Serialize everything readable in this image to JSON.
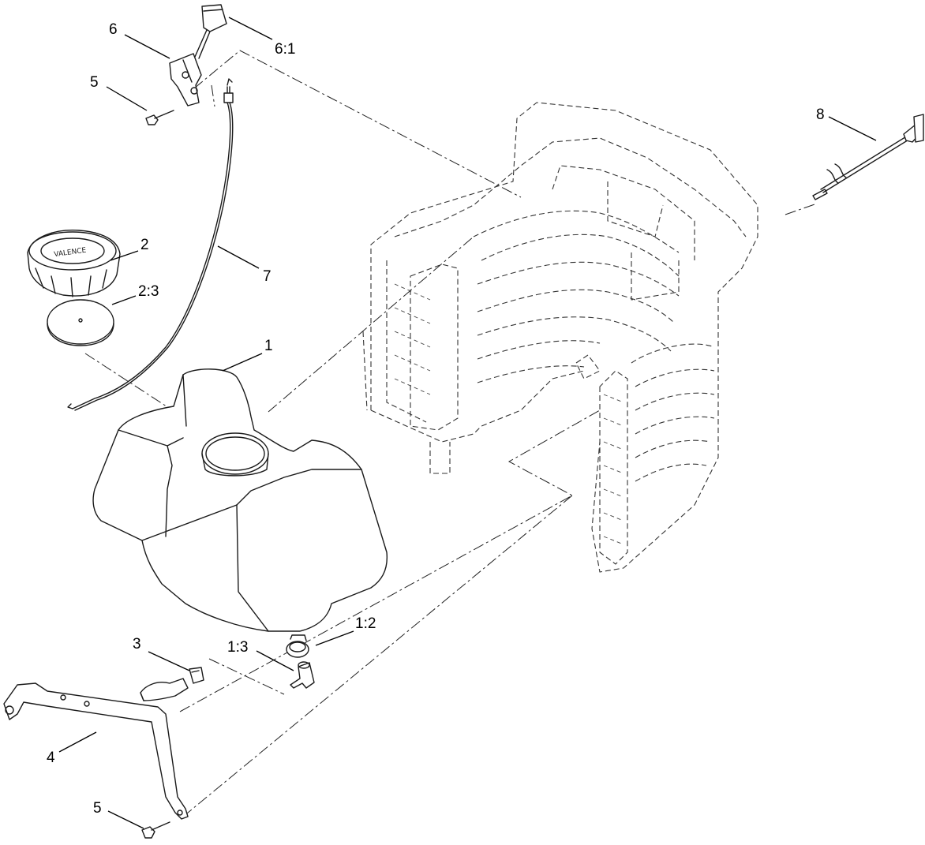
{
  "diagram": {
    "type": "exploded-parts-diagram",
    "callouts": {
      "c1": "1",
      "c1_2": "1:2",
      "c1_3": "1:3",
      "c2": "2",
      "c2_3": "2:3",
      "c3": "3",
      "c4": "4",
      "c5_top": "5",
      "c5_bottom": "5",
      "c6": "6",
      "c6_1": "6:1",
      "c7": "7",
      "c8": "8"
    },
    "cap_text": "VALENCE"
  }
}
